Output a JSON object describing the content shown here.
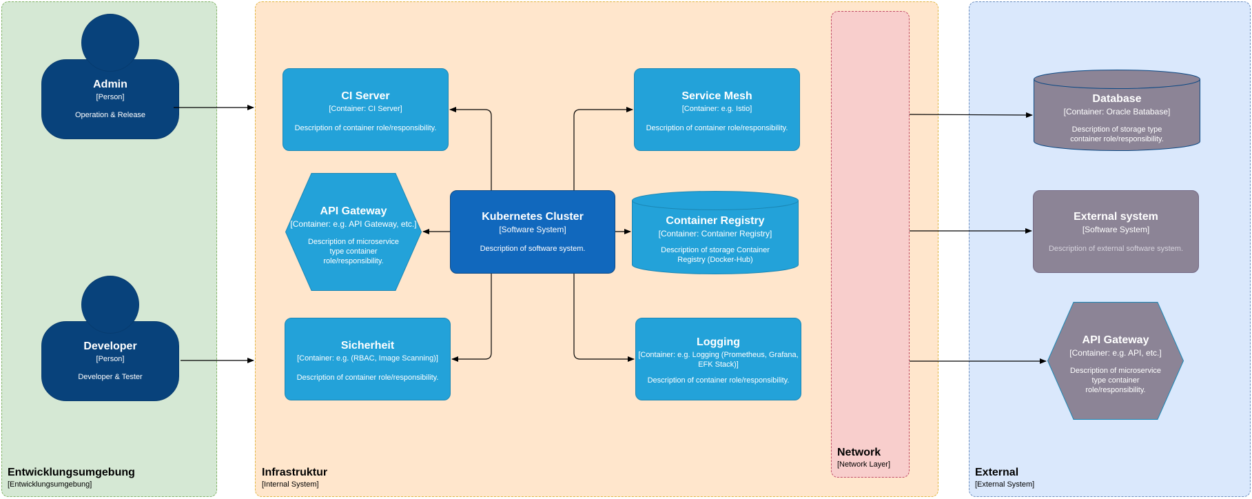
{
  "boundaries": {
    "dev": {
      "title": "Entwicklungsumgebung",
      "subtitle": "[Entwicklungsumgebung]"
    },
    "infra": {
      "title": "Infrastruktur",
      "subtitle": "[Internal System]"
    },
    "net": {
      "title": "Network",
      "subtitle": "[Network Layer]"
    },
    "ext": {
      "title": "External",
      "subtitle": "[External System]"
    }
  },
  "persons": {
    "admin": {
      "title": "Admin",
      "type": "[Person]",
      "desc": "Operation & Release"
    },
    "developer": {
      "title": "Developer",
      "type": "[Person]",
      "desc": "Developer & Tester"
    }
  },
  "nodes": {
    "ci_server": {
      "title": "CI Server",
      "type": "[Container: CI Server]",
      "desc": "Description of container role/responsibility."
    },
    "api_gateway_int": {
      "title": "API Gateway",
      "type": "[Container: e.g. API Gateway, etc.]",
      "desc": "Description of microservice type container role/responsibility."
    },
    "sicherheit": {
      "title": "Sicherheit",
      "type": "[Container: e.g. (RBAC, Image Scanning)]",
      "desc": "Description of container role/responsibility."
    },
    "kubernetes": {
      "title": "Kubernetes Cluster",
      "type": "[Software System]",
      "desc": "Description of software system."
    },
    "service_mesh": {
      "title": "Service Mesh",
      "type": "[Container: e.g. Istio]",
      "desc": "Description of container role/responsibility."
    },
    "registry": {
      "title": "Container Registry",
      "type": "[Container: Container Registry]",
      "desc": "Description of storage Container Registry (Docker-Hub)"
    },
    "logging": {
      "title": "Logging",
      "type": "[Container: e.g. Logging (Prometheus, Grafana, EFK Stack)]",
      "desc": "Description of container role/responsibility."
    },
    "database": {
      "title": "Database",
      "type": "[Container: Oracle Batabase]",
      "desc": "Description of storage type container role/responsibility."
    },
    "external_system": {
      "title": "External system",
      "type": "[Software System]",
      "desc": "Description of external software system."
    },
    "api_gateway_ext": {
      "title": "API Gateway",
      "type": "[Container: e.g. API, etc.]",
      "desc": "Description of microservice type container role/responsibility."
    }
  },
  "colors": {
    "container": "#23a2d9",
    "software_system": "#1168bd",
    "person": "#08427b",
    "external": "#8c8496"
  }
}
